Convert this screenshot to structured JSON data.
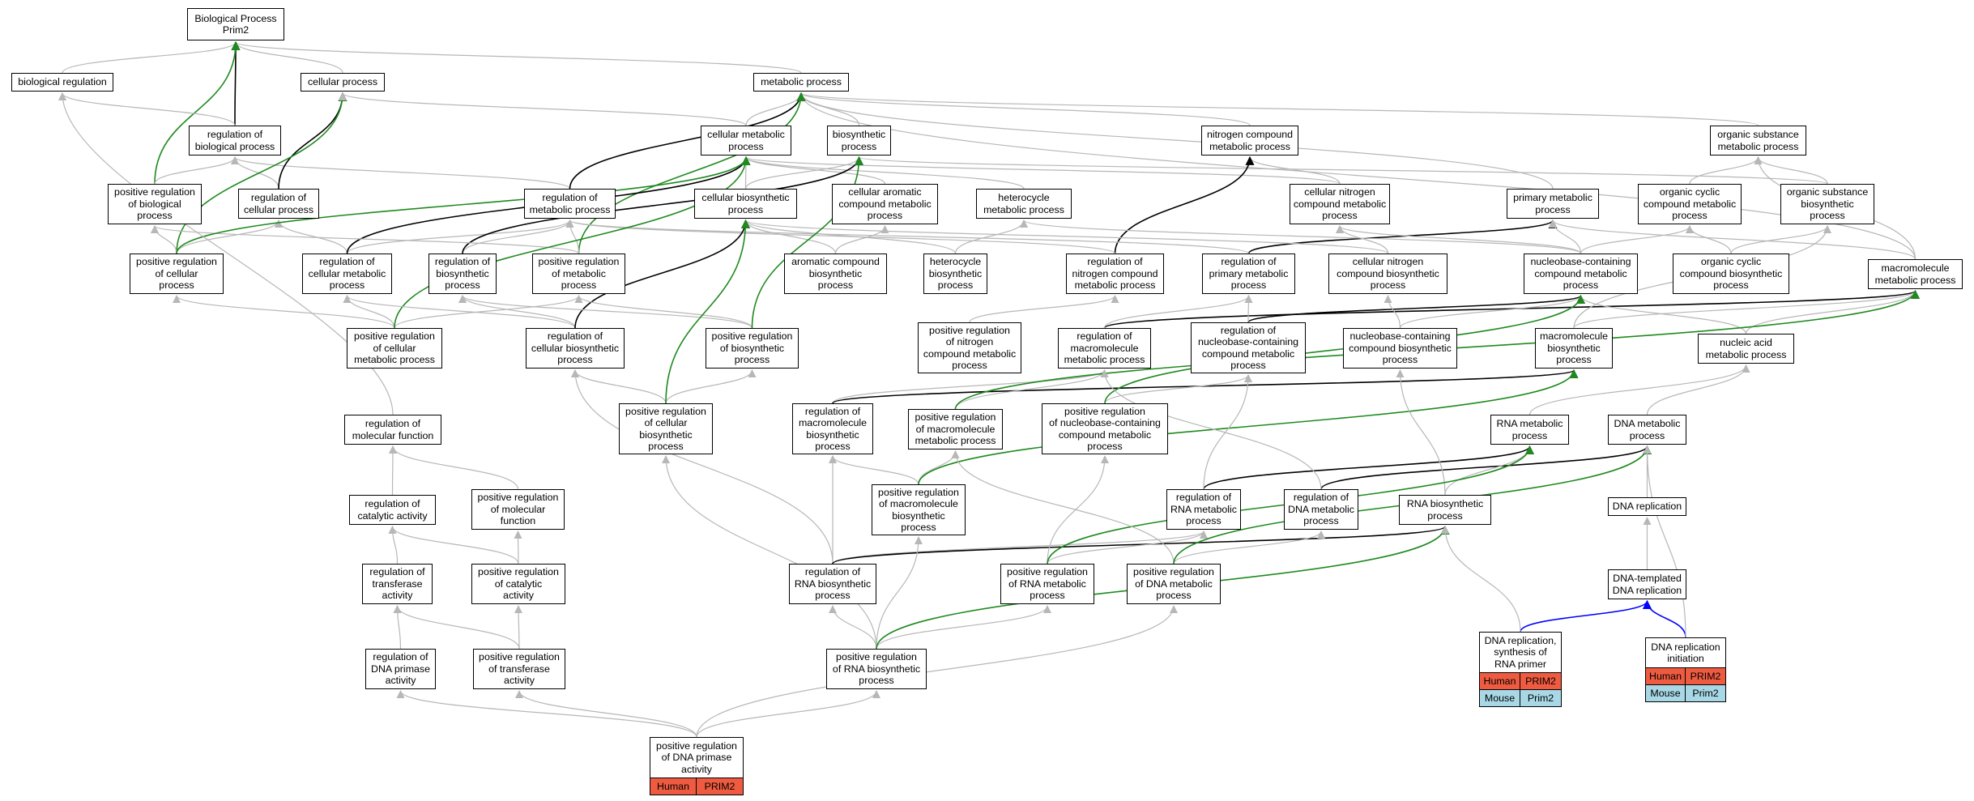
{
  "colors": {
    "edge_default": "#b7b7b7",
    "edge_black": "#000000",
    "edge_green": "#1f8a1f",
    "edge_blue": "#0000ff",
    "human": "#ef5b40",
    "mouse": "#a8d8e6"
  },
  "nodes": {
    "root": "Biological Process\nPrim2",
    "biological_regulation": "biological regulation",
    "cellular_process": "cellular process",
    "metabolic_process": "metabolic process",
    "regulation_of_biological_process": "regulation of\nbiological process",
    "cellular_metabolic_process": "cellular metabolic\nprocess",
    "biosynthetic_process": "biosynthetic\nprocess",
    "nitrogen_compound_metabolic_process": "nitrogen compound\nmetabolic process",
    "organic_substance_metabolic_process": "organic substance\nmetabolic process",
    "positive_regulation_of_biological_process": "positive regulation\nof biological\nprocess",
    "regulation_of_cellular_process": "regulation of\ncellular process",
    "regulation_of_metabolic_process": "regulation of\nmetabolic process",
    "cellular_biosynthetic_process": "cellular biosynthetic\nprocess",
    "cellular_aromatic_compound_metabolic_process": "cellular aromatic\ncompound metabolic\nprocess",
    "heterocycle_metabolic_process": "heterocycle\nmetabolic process",
    "cellular_nitrogen_compound_metabolic_process": "cellular nitrogen\ncompound metabolic\nprocess",
    "primary_metabolic_process": "primary metabolic\nprocess",
    "organic_cyclic_compound_metabolic_process": "organic cyclic\ncompound metabolic\nprocess",
    "organic_substance_biosynthetic_process": "organic substance\nbiosynthetic\nprocess",
    "positive_regulation_of_cellular_process": "positive regulation\nof cellular\nprocess",
    "regulation_of_cellular_metabolic_process": "regulation of\ncellular metabolic\nprocess",
    "regulation_of_biosynthetic_process": "regulation of\nbiosynthetic\nprocess",
    "positive_regulation_of_metabolic_process": "positive regulation\nof metabolic\nprocess",
    "aromatic_compound_biosynthetic_process": "aromatic compound\nbiosynthetic\nprocess",
    "heterocycle_biosynthetic_process": "heterocycle\nbiosynthetic\nprocess",
    "regulation_of_nitrogen_compound_metabolic_process": "regulation of\nnitrogen compound\nmetabolic process",
    "regulation_of_primary_metabolic_process": "regulation of\nprimary metabolic\nprocess",
    "cellular_nitrogen_compound_biosynthetic_process": "cellular nitrogen\ncompound biosynthetic\nprocess",
    "nucleobase_containing_compound_metabolic_process": "nucleobase-containing\ncompound metabolic\nprocess",
    "organic_cyclic_compound_biosynthetic_process": "organic cyclic\ncompound biosynthetic\nprocess",
    "macromolecule_metabolic_process": "macromolecule\nmetabolic process",
    "positive_regulation_of_cellular_metabolic_process": "positive regulation\nof cellular\nmetabolic process",
    "regulation_of_cellular_biosynthetic_process": "regulation of\ncellular biosynthetic\nprocess",
    "positive_regulation_of_biosynthetic_process": "positive regulation\nof biosynthetic\nprocess",
    "positive_regulation_of_nitrogen_compound_metabolic_process": "positive regulation\nof nitrogen\ncompound metabolic\nprocess",
    "regulation_of_macromolecule_metabolic_process": "regulation of\nmacromolecule\nmetabolic process",
    "regulation_of_nucleobase_containing_compound_metabolic_process": "regulation of\nnucleobase-containing\ncompound metabolic\nprocess",
    "nucleobase_containing_compound_biosynthetic_process": "nucleobase-containing\ncompound biosynthetic\nprocess",
    "macromolecule_biosynthetic_process": "macromolecule\nbiosynthetic\nprocess",
    "nucleic_acid_metabolic_process": "nucleic acid\nmetabolic process",
    "regulation_of_molecular_function": "regulation of\nmolecular function",
    "positive_regulation_of_cellular_biosynthetic_process": "positive regulation\nof cellular\nbiosynthetic\nprocess",
    "regulation_of_macromolecule_biosynthetic_process": "regulation of\nmacromolecule\nbiosynthetic\nprocess",
    "positive_regulation_of_macromolecule_metabolic_process": "positive regulation\nof macromolecule\nmetabolic process",
    "positive_regulation_of_nucleobase_containing_compound_metabolic_process": "positive regulation\nof nucleobase-containing\ncompound metabolic\nprocess",
    "RNA_metabolic_process": "RNA metabolic\nprocess",
    "DNA_metabolic_process": "DNA metabolic\nprocess",
    "regulation_of_catalytic_activity": "regulation of\ncatalytic activity",
    "positive_regulation_of_molecular_function": "positive regulation\nof molecular\nfunction",
    "positive_regulation_of_macromolecule_biosynthetic_process": "positive regulation\nof macromolecule\nbiosynthetic\nprocess",
    "regulation_of_RNA_metabolic_process": "regulation of\nRNA metabolic\nprocess",
    "regulation_of_DNA_metabolic_process": "regulation of\nDNA metabolic\nprocess",
    "RNA_biosynthetic_process": "RNA biosynthetic\nprocess",
    "DNA_replication": "DNA replication",
    "regulation_of_transferase_activity": "regulation of\ntransferase\nactivity",
    "positive_regulation_of_catalytic_activity": "positive regulation\nof catalytic\nactivity",
    "regulation_of_RNA_biosynthetic_process": "regulation of\nRNA biosynthetic\nprocess",
    "positive_regulation_of_RNA_metabolic_process": "positive regulation\nof RNA metabolic\nprocess",
    "positive_regulation_of_DNA_metabolic_process": "positive regulation\nof DNA metabolic\nprocess",
    "DNA_templated_DNA_replication": "DNA-templated\nDNA replication",
    "regulation_of_DNA_primase_activity": "regulation of\nDNA primase\nactivity",
    "positive_regulation_of_transferase_activity": "positive regulation\nof transferase\nactivity",
    "positive_regulation_of_RNA_biosynthetic_process": "positive regulation\nof RNA biosynthetic\nprocess",
    "DNA_replication_synthesis_of_RNA_primer": "DNA replication,\nsynthesis of\nRNA primer",
    "DNA_replication_initiation": "DNA replication\ninitiation",
    "positive_regulation_of_DNA_primase_activity": "positive regulation\nof DNA primase\nactivity"
  },
  "annotations": {
    "DNA_replication_synthesis_of_RNA_primer": [
      [
        "Human",
        "PRIM2"
      ],
      [
        "Mouse",
        "Prim2"
      ]
    ],
    "DNA_replication_initiation": [
      [
        "Human",
        "PRIM2"
      ],
      [
        "Mouse",
        "Prim2"
      ]
    ],
    "positive_regulation_of_DNA_primase_activity": [
      [
        "Human",
        "PRIM2"
      ]
    ]
  }
}
